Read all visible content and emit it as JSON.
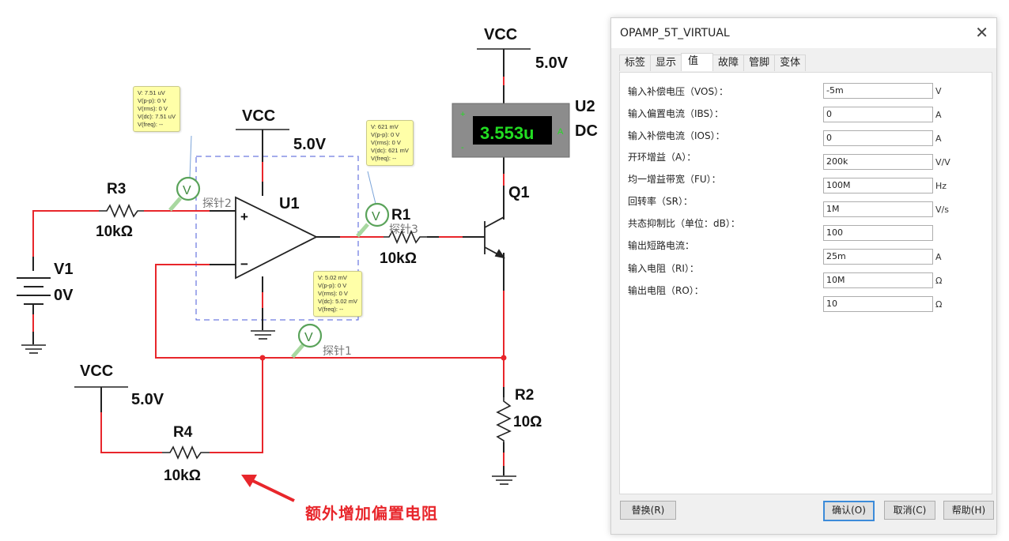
{
  "schematic": {
    "components": {
      "vcc_top": {
        "name": "VCC",
        "value": "5.0V"
      },
      "vcc_u1": {
        "name": "VCC",
        "value": "5.0V"
      },
      "vcc_r4": {
        "name": "VCC",
        "value": "5.0V"
      },
      "u2": {
        "name": "U2",
        "mode": "DC",
        "reading": "3.553u",
        "unit": "A",
        "plus": "+",
        "minus": "-"
      },
      "q1": {
        "name": "Q1"
      },
      "u1": {
        "name": "U1",
        "plus": "+",
        "minus": "−"
      },
      "r1": {
        "name": "R1",
        "value": "10kΩ"
      },
      "r2": {
        "name": "R2",
        "value": "10Ω"
      },
      "r3": {
        "name": "R3",
        "value": "10kΩ"
      },
      "r4": {
        "name": "R4",
        "value": "10kΩ"
      },
      "v1": {
        "name": "V1",
        "value": "0V"
      }
    },
    "probes": [
      {
        "name": "探针2",
        "icon": "V",
        "lines": [
          "V: 7.51 uV",
          "V(p-p): 0 V",
          "V(rms): 0 V",
          "V(dc): 7.51 uV",
          "V(freq): --"
        ]
      },
      {
        "name": "探针3",
        "icon": "V",
        "lines": [
          "V: 621 mV",
          "V(p-p): 0 V",
          "V(rms): 0 V",
          "V(dc): 621 mV",
          "V(freq): --"
        ]
      },
      {
        "name": "探针1",
        "icon": "V",
        "lines": [
          "V: 5.02 mV",
          "V(p-p): 0 V",
          "V(rms): 0 V",
          "V(dc): 5.02 mV",
          "V(freq): --"
        ]
      }
    ],
    "annotation": "额外增加偏置电阻",
    "colors": {
      "wire_active": "#e8262b",
      "wire": "#222222",
      "probe_green": "#5aa35a",
      "meter_bg": "#8c8c8c",
      "meter_digits": "#22dd22"
    }
  },
  "dialog": {
    "title": "OPAMP_5T_VIRTUAL",
    "close_icon": "✕",
    "tabs": [
      "标签",
      "显示",
      "值",
      "故障",
      "管脚",
      "变体"
    ],
    "active_tab": "值",
    "params": [
      {
        "label": "输入补偿电压（VOS）：",
        "value": "-5m",
        "unit": "V"
      },
      {
        "label": "输入偏置电流（IBS）：",
        "value": "0",
        "unit": "A"
      },
      {
        "label": "输入补偿电流（IOS）：",
        "value": "0",
        "unit": "A"
      },
      {
        "label": "开环增益（A）：",
        "value": "200k",
        "unit": "V/V"
      },
      {
        "label": "均一增益带宽（FU）：",
        "value": "100M",
        "unit": "Hz"
      },
      {
        "label": "回转率（SR）：",
        "value": "1M",
        "unit": "V/s"
      },
      {
        "label": "共态抑制比（单位：dB）：",
        "value": "100",
        "unit": ""
      },
      {
        "label": "输出短路电流：",
        "value": "25m",
        "unit": "A"
      },
      {
        "label": "输入电阻（RI）：",
        "value": "10M",
        "unit": "Ω"
      },
      {
        "label": "输出电阻（RO）：",
        "value": "10",
        "unit": "Ω"
      }
    ],
    "buttons": {
      "replace": "替换(R)",
      "ok": "确认(O)",
      "cancel": "取消(C)",
      "help": "帮助(H)"
    }
  }
}
